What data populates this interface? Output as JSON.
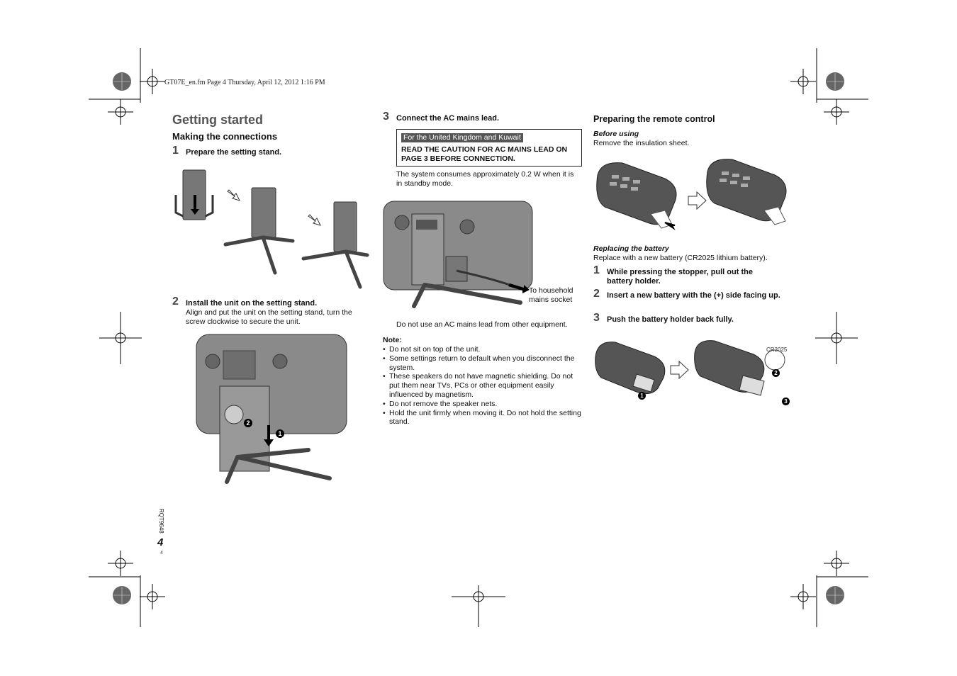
{
  "header": {
    "file_info": "GT07E_en.fm  Page 4  Thursday, April 12, 2012  1:16 PM"
  },
  "left": {
    "title": "Getting started",
    "subtitle": "Making the connections",
    "step1": {
      "num": "1",
      "text": "Prepare the setting stand."
    },
    "step2": {
      "num": "2",
      "text": "Install the unit on the setting stand.",
      "desc": "Align and put the unit on the setting stand, turn the screw clockwise to secure the unit."
    },
    "callout_1": "1",
    "callout_2": "2"
  },
  "middle": {
    "step3": {
      "num": "3",
      "text": "Connect the AC mains lead."
    },
    "box": {
      "heading": "For the United Kingdom and Kuwait",
      "body": "READ THE CAUTION FOR AC MAINS LEAD ON PAGE 3 BEFORE CONNECTION."
    },
    "standby_text": "The system consumes approximately 0.2 W when it is in standby mode.",
    "socket_label": "To household mains socket",
    "warning": "Do not use an AC mains lead from other equipment.",
    "note_title": "Note:",
    "notes": [
      "Do not sit on top of the unit.",
      "Some settings return to default when you disconnect the system.",
      "These speakers do not have magnetic shielding. Do not put them near TVs, PCs or other equipment easily influenced by magnetism.",
      "Do not remove the speaker nets.",
      "Hold the unit firmly when moving it. Do not hold the setting stand."
    ]
  },
  "right": {
    "title": "Preparing the remote control",
    "before_using": "Before using",
    "remove_text": "Remove the insulation sheet.",
    "replacing": "Replacing the battery",
    "replace_text": "Replace with a new battery (CR2025 lithium battery).",
    "steps": [
      {
        "num": "1",
        "text": "While pressing the stopper, pull out the battery holder."
      },
      {
        "num": "2",
        "text": "Insert a new battery with the (+) side facing up."
      },
      {
        "num": "3",
        "text": "Push the battery holder back fully."
      }
    ],
    "battery_label": "CR2025",
    "callout_1": "1",
    "callout_2": "2",
    "callout_3": "3"
  },
  "footer": {
    "code": "RQT9648",
    "page_num": "4",
    "page_small": "4"
  }
}
